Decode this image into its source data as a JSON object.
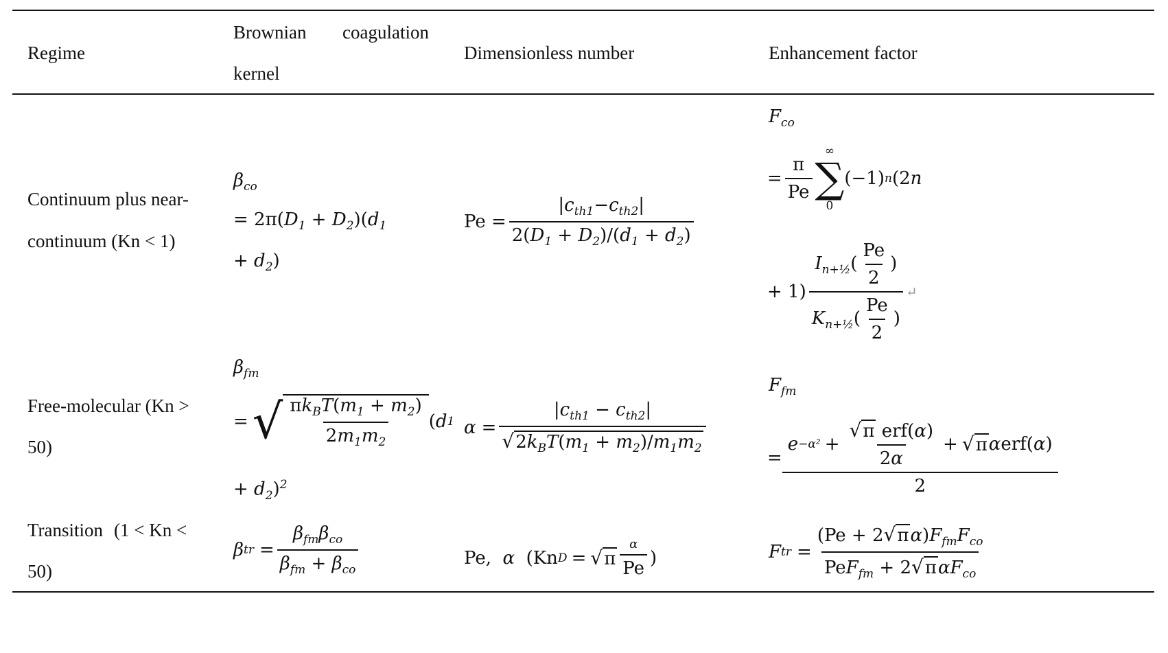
{
  "header": {
    "regime": "Regime",
    "kernel_line1_a": "Brownian",
    "kernel_line1_b": "coagulation",
    "kernel_line2": "kernel",
    "dimless": "Dimensionless number",
    "enhancement": "Enhancement factor"
  },
  "rows": [
    {
      "regime_line1": "Continuum plus near-",
      "regime_line2": "continuum (Kn < 1)"
    },
    {
      "regime_line1": "Free-molecular (Kn >",
      "regime_line2": "50)"
    },
    {
      "regime_line1": "Transition",
      "regime_line1b": "(1 < Kn <",
      "regime_line2": "50)"
    }
  ]
}
